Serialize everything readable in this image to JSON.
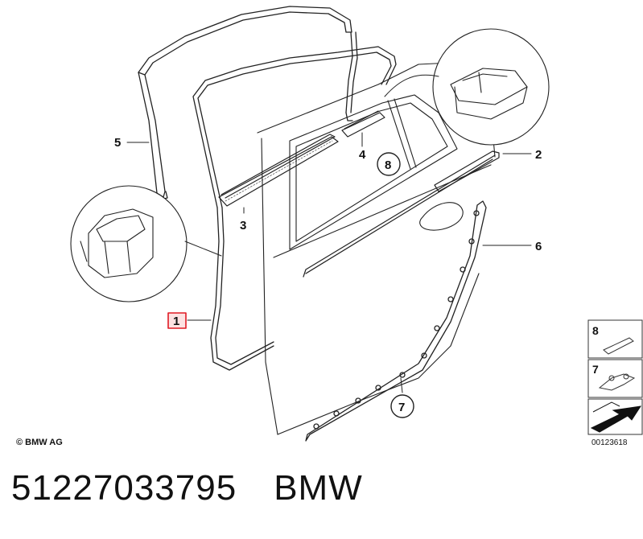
{
  "callouts": {
    "c1": "1",
    "c2": "2",
    "c3": "3",
    "c4": "4",
    "c5": "5",
    "c6": "6",
    "c7": "7",
    "c8": "8"
  },
  "legend": {
    "item_8": "8",
    "item_7": "7"
  },
  "copyright": "© BMW AG",
  "image_number": "00123618",
  "footer": {
    "part_number": "51227033795",
    "brand": "BMW"
  },
  "colors": {
    "highlight": "#e01b24",
    "highlight_fill": "#fde2e2"
  }
}
